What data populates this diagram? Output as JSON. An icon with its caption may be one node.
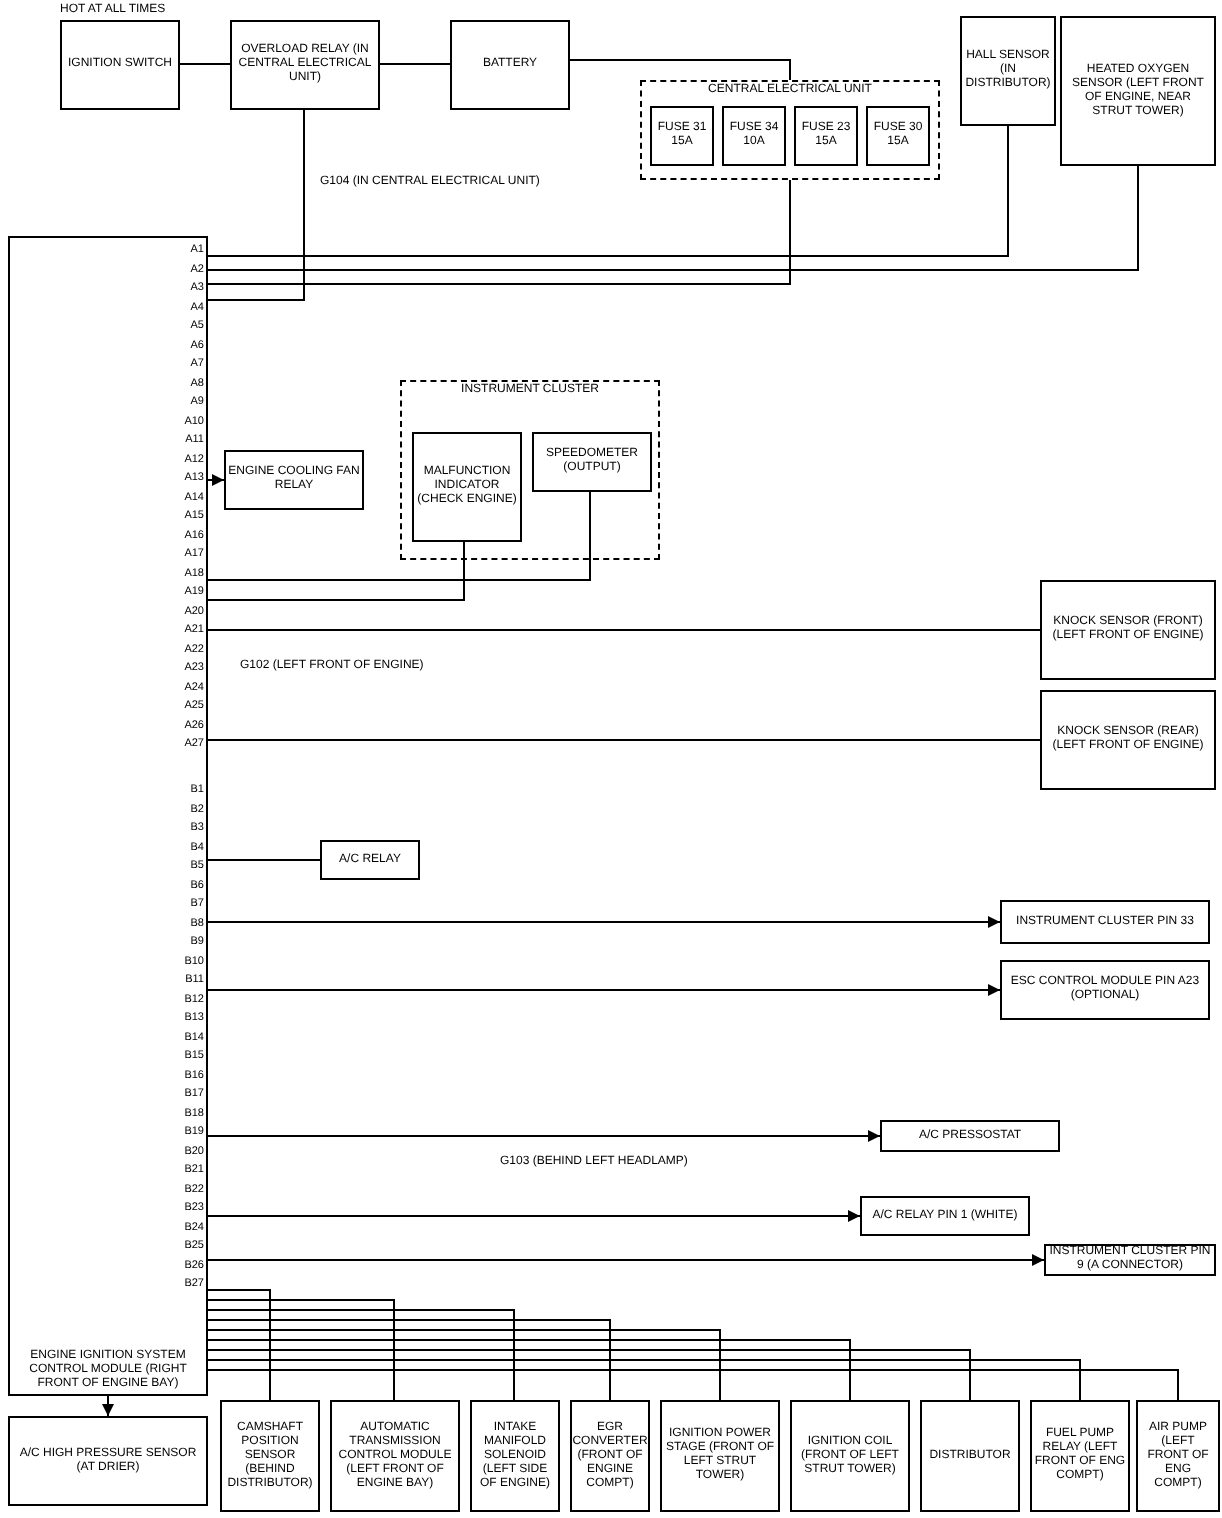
{
  "diagram": {
    "nodes": [
      {
        "text": [
          "IGNITION SWITCH"
        ],
        "beside": [
          "HOT AT ALL TIMES"
        ]
      },
      {
        "text": [
          "OVERLOAD RELAY (IN CENTRAL ELECTRICAL UNIT)"
        ]
      },
      {
        "text": [
          "BATTERY"
        ]
      },
      {
        "text": [
          "CENTRAL ELECTRICAL UNIT"
        ]
      },
      {
        "text": [
          "FUSE 31 15A"
        ],
        "in": 3
      },
      {
        "text": [
          "FUSE 34 10A"
        ],
        "in": 3
      },
      {
        "text": [
          "FUSE 23 15A"
        ],
        "in": 3
      },
      {
        "text": [
          "FUSE 30 15A"
        ],
        "in": 3
      },
      {
        "text": [
          "HALL SENSOR (IN DISTRIBUTOR)"
        ]
      },
      {
        "text": [
          "HEATED OXYGEN SENSOR (LEFT FRONT OF ENGINE, NEAR STRUT TOWER)"
        ]
      },
      {
        "text": [
          "INSTRUMENT CLUSTER"
        ]
      },
      {
        "text": [
          "MALFUNCTION INDICATOR (CHECK ENGINE)"
        ],
        "in": 10
      },
      {
        "text": [
          "SPEEDOMETER (OUTPUT)"
        ],
        "in": 10
      },
      {
        "text": [
          "ENGINE IGNITION SYSTEM CONTROL MODULE (RIGHT FRONT OF ENGINE BAY)"
        ]
      },
      {
        "text": [
          "ENGINE COOLING FAN RELAY"
        ]
      },
      {
        "text": [
          "KNOCK SENSOR (FRONT) (LEFT FRONT OF ENGINE)"
        ]
      },
      {
        "text": [
          "KNOCK SENSOR (REAR) (LEFT FRONT OF ENGINE)"
        ]
      },
      {
        "text": [
          "A/C RELAY"
        ]
      },
      {
        "text": [
          "INSTRUMENT CLUSTER PIN 33"
        ]
      },
      {
        "text": [
          "ESC CONTROL MODULE PIN A23 (OPTIONAL)"
        ]
      },
      {
        "text": [
          "A/C PRESSOSTAT"
        ]
      },
      {
        "text": [
          "A/C RELAY PIN 1 (WHITE)"
        ]
      },
      {
        "text": [
          "INSTRUMENT CLUSTER PIN 9 (A CONNECTOR)"
        ]
      },
      {
        "text": [
          "A/C HIGH PRESSURE SENSOR (AT DRIER)"
        ]
      },
      {
        "text": [
          "CAMSHAFT POSITION SENSOR (BEHIND DISTRIBUTOR)"
        ]
      },
      {
        "text": [
          "AUTOMATIC TRANSMISSION CONTROL MODULE (LEFT FRONT OF ENGINE BAY)"
        ]
      },
      {
        "text": [
          "INTAKE MANIFOLD SOLENOID (LEFT SIDE OF ENGINE)"
        ]
      },
      {
        "text": [
          "EGR CONVERTER (FRONT OF ENGINE COMPT)"
        ]
      },
      {
        "text": [
          "IGNITION POWER STAGE (FRONT OF LEFT STRUT TOWER)"
        ]
      },
      {
        "text": [
          "IGNITION COIL (FRONT OF LEFT STRUT TOWER)"
        ]
      },
      {
        "text": [
          "DISTRIBUTOR"
        ]
      },
      {
        "text": [
          "FUEL PUMP RELAY (LEFT FRONT OF ENG COMPT)"
        ]
      },
      {
        "text": [
          "AIR PUMP (LEFT FRONT OF ENG COMPT)"
        ]
      }
    ],
    "edges": [
      {
        "from": 0,
        "to": 1,
        "arrow": "none"
      },
      {
        "from": 1,
        "to": 2,
        "arrow": "none"
      },
      {
        "from": 2,
        "to": 3,
        "arrow": "none"
      },
      {
        "from": 1,
        "to": 13,
        "arrow": "none"
      },
      {
        "from": 3,
        "to": 13,
        "arrow": "none"
      },
      {
        "from": 8,
        "to": 13,
        "arrow": "none"
      },
      {
        "from": 9,
        "to": 13,
        "arrow": "none"
      },
      {
        "from": 11,
        "to": 13,
        "arrow": "none"
      },
      {
        "from": 12,
        "to": 13,
        "arrow": "none"
      },
      {
        "from": 13,
        "to": 14,
        "arrow": "to"
      },
      {
        "from": 13,
        "to": 15,
        "arrow": "none"
      },
      {
        "from": 13,
        "to": 16,
        "arrow": "none"
      },
      {
        "from": 13,
        "to": 17,
        "arrow": "none"
      },
      {
        "from": 13,
        "to": 18,
        "arrow": "to"
      },
      {
        "from": 13,
        "to": 19,
        "arrow": "to"
      },
      {
        "from": 13,
        "to": 20,
        "arrow": "to"
      },
      {
        "from": 13,
        "to": 21,
        "arrow": "to"
      },
      {
        "from": 13,
        "to": 22,
        "arrow": "to"
      },
      {
        "from": 13,
        "to": 23,
        "arrow": "to"
      },
      {
        "from": 13,
        "to": 24,
        "arrow": "none"
      },
      {
        "from": 13,
        "to": 25,
        "arrow": "none"
      },
      {
        "from": 13,
        "to": 26,
        "arrow": "none"
      },
      {
        "from": 13,
        "to": 27,
        "arrow": "none"
      },
      {
        "from": 13,
        "to": 28,
        "arrow": "none"
      },
      {
        "from": 13,
        "to": 29,
        "arrow": "none"
      },
      {
        "from": 13,
        "to": 30,
        "arrow": "none"
      },
      {
        "from": 13,
        "to": 31,
        "arrow": "none"
      },
      {
        "from": 13,
        "to": 32,
        "arrow": "none"
      }
    ],
    "labels": [
      "G104 (IN CENTRAL ELECTRICAL UNIT)",
      "G102 (LEFT FRONT OF ENGINE)",
      "G103 (BEHIND LEFT HEADLAMP)",
      "A1",
      "A2",
      "A3",
      "A4",
      "A5",
      "A6",
      "A7",
      "A8",
      "A9",
      "A10",
      "A11",
      "A12",
      "A13",
      "A14",
      "A15",
      "A16",
      "A17",
      "A18",
      "A19",
      "A20",
      "A21",
      "A22",
      "A23",
      "A24",
      "A25",
      "A26",
      "A27",
      "B1",
      "B2",
      "B3",
      "B4",
      "B5",
      "B6",
      "B7",
      "B8",
      "B9",
      "B10",
      "B11",
      "B12",
      "B13",
      "B14",
      "B15",
      "B16",
      "B17",
      "B18",
      "B19",
      "B20",
      "B21",
      "B22",
      "B23",
      "B24",
      "B25",
      "B26",
      "B27"
    ]
  }
}
